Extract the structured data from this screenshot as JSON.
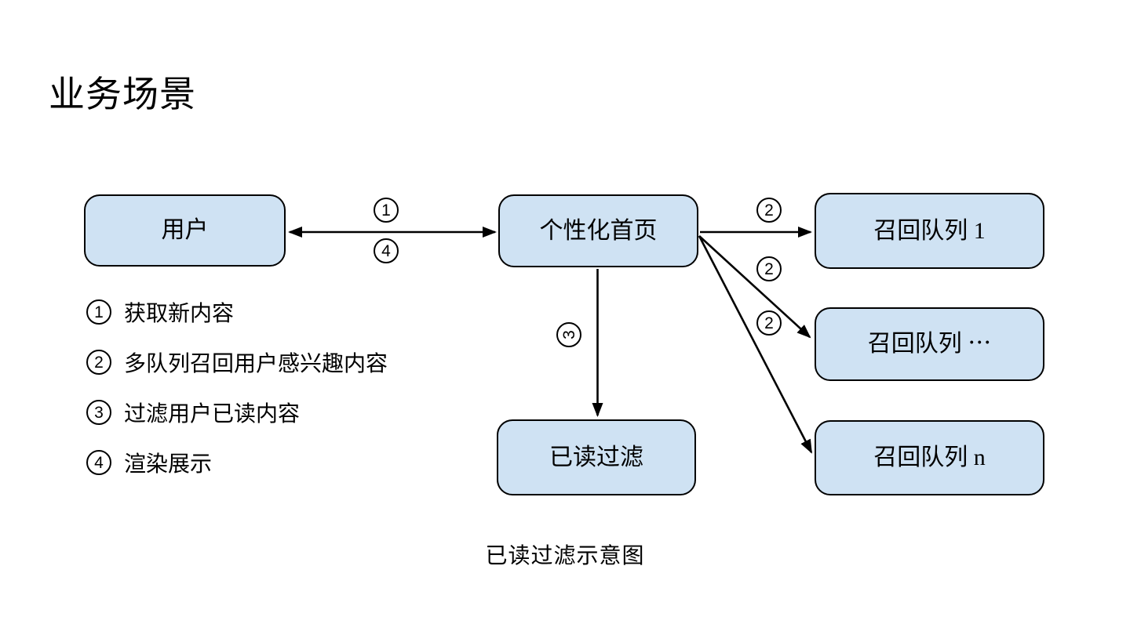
{
  "title": "业务场景",
  "caption": "已读过滤示意图",
  "colors": {
    "node_fill": "#cfe2f3",
    "node_border": "#000000",
    "arrow": "#000000",
    "background": "#ffffff"
  },
  "nodes": {
    "user": {
      "label": "用户"
    },
    "homepage": {
      "label": "个性化首页"
    },
    "queue_1": {
      "label": "召回队列 1"
    },
    "queue_dots": {
      "label": "召回队列 ⋯"
    },
    "queue_n": {
      "label": "召回队列 n"
    },
    "read_filter": {
      "label": "已读过滤"
    }
  },
  "steps": {
    "one": "1",
    "two": "2",
    "three": "3",
    "four": "4"
  },
  "legend": {
    "items": [
      {
        "num": "1",
        "text": "获取新内容"
      },
      {
        "num": "2",
        "text": "多队列召回用户感兴趣内容"
      },
      {
        "num": "3",
        "text": "过滤用户已读内容"
      },
      {
        "num": "4",
        "text": "渲染展示"
      }
    ]
  }
}
